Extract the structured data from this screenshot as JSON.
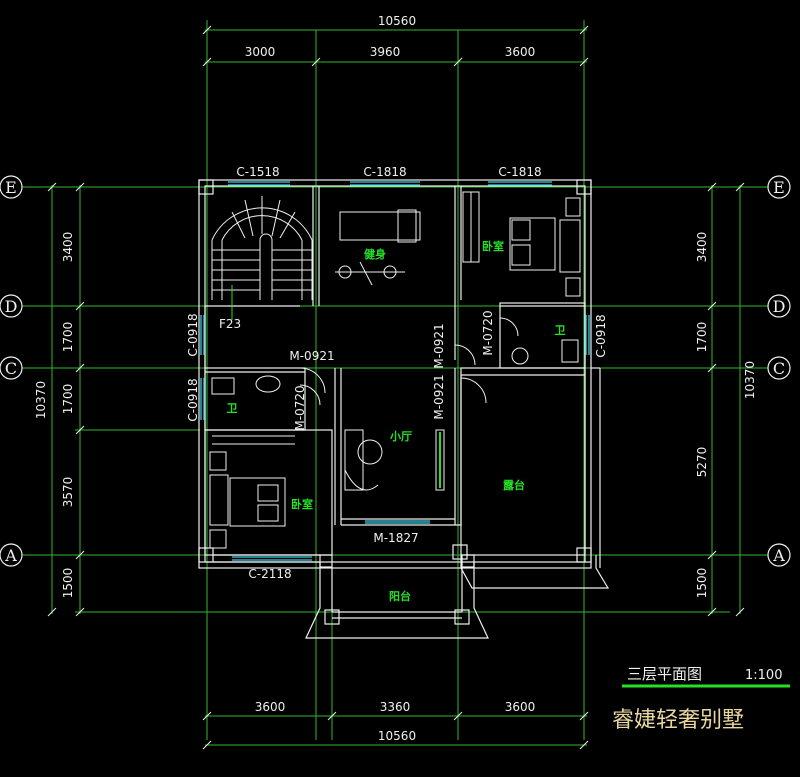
{
  "dimensions": {
    "top_total": "10560",
    "top_segments": [
      "3000",
      "3960",
      "3600"
    ],
    "bottom_total": "10560",
    "bottom_segments": [
      "3600",
      "3360",
      "3600"
    ],
    "left_segments": [
      "3400",
      "1700",
      "1700",
      "3570",
      "1500"
    ],
    "left_total": "10370",
    "right_segments": [
      "3400",
      "1700",
      "5270",
      "1500"
    ],
    "right_total": "10370"
  },
  "axes": {
    "E": "E",
    "D": "D",
    "C": "C",
    "A": "A"
  },
  "windows": {
    "c1518": "C-1518",
    "c1818a": "C-1818",
    "c1818b": "C-1818",
    "c0918a": "C-0918",
    "c0918b": "C-0918",
    "c0918c": "C-0918",
    "c2118": "C-2118"
  },
  "doors": {
    "m0921a": "M-0921",
    "m0921b": "M-0921",
    "m0921c": "M-0921",
    "m0720a": "M-0720",
    "m0720b": "M-0720",
    "m1827": "M-1827"
  },
  "rooms": {
    "gym": "健身",
    "bedroom_ne": "卧室",
    "bath_e": "卫",
    "bath_w": "卫",
    "living": "小厅",
    "bedroom_sw": "卧室",
    "terrace": "露台",
    "balcony": "阳台"
  },
  "stair_label": "F23",
  "title": "三层平面图",
  "scale": "1:100",
  "brand": "睿婕轻奢别墅"
}
